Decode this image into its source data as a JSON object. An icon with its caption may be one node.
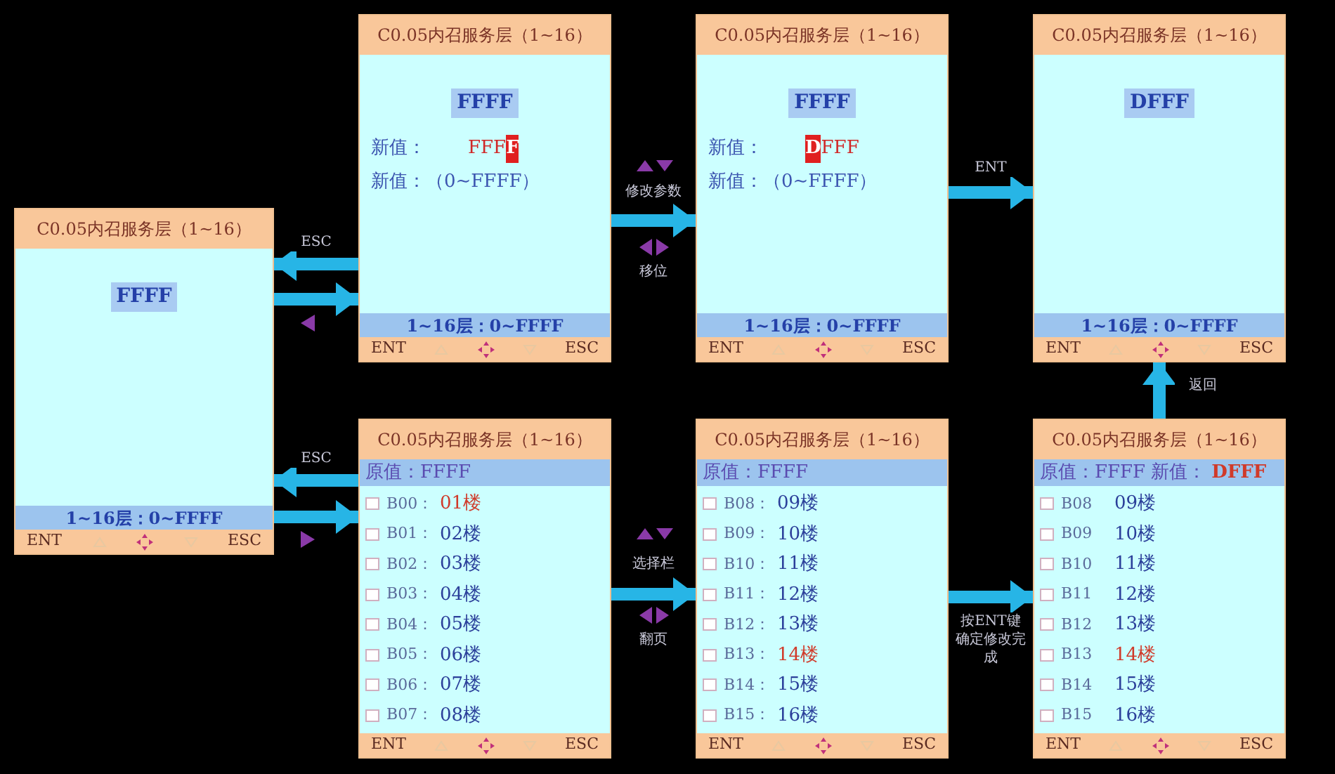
{
  "diagram": {
    "nodes": [
      {
        "text": [
          "C0.05内召服务层（1~16）",
          "FFFF",
          "1~16层：0~FFFF",
          "ENT",
          "ESC"
        ]
      },
      {
        "text": [
          "C0.05内召服务层（1~16）",
          "FFFF",
          "新值：",
          "FFF",
          "F",
          "新值：（0~FFFF）",
          "1~16层：0~FFFF",
          "ENT",
          "ESC"
        ]
      },
      {
        "text": [
          "C0.05内召服务层（1~16）",
          "FFFF",
          "新值：",
          "D",
          "FFF",
          "新值：（0~FFFF）",
          "1~16层：0~FFFF",
          "ENT",
          "ESC"
        ]
      },
      {
        "text": [
          "C0.05内召服务层（1~16）",
          "DFFF",
          "1~16层：0~FFFF",
          "ENT",
          "ESC"
        ]
      },
      {
        "text": [
          "C0.05内召服务层（1~16）",
          "原值：FFFF",
          "B00：",
          "01楼",
          "B01：",
          "02楼",
          "B02：",
          "03楼",
          "B03：",
          "04楼",
          "B04：",
          "05楼",
          "B05：",
          "06楼",
          "B06：",
          "07楼",
          "B07：",
          "08楼",
          "ENT",
          "ESC"
        ]
      },
      {
        "text": [
          "C0.05内召服务层（1~16）",
          "原值：FFFF",
          "B08：",
          "09楼",
          "B09：",
          "10楼",
          "B10：",
          "11楼",
          "B11：",
          "12楼",
          "B12：",
          "13楼",
          "B13：",
          "14楼",
          "B14：",
          "15楼",
          "B15：",
          "16楼",
          "ENT",
          "ESC"
        ]
      },
      {
        "text": [
          "C0.05内召服务层（1~16）",
          "原值：FFFF",
          "新值：",
          "DFFF",
          "B08",
          "09楼",
          "B09",
          "10楼",
          "B10",
          "11楼",
          "B11",
          "12楼",
          "B12",
          "13楼",
          "B13",
          "14楼",
          "B14",
          "15楼",
          "B15",
          "16楼",
          "ENT",
          "ESC"
        ]
      }
    ],
    "edges": [
      {
        "from": 1,
        "to": 0,
        "arrow": "to",
        "label": "ESC"
      },
      {
        "from": 0,
        "to": 1,
        "arrow": "to"
      },
      {
        "from": 4,
        "to": 0,
        "arrow": "to",
        "label": "ESC"
      },
      {
        "from": 0,
        "to": 4,
        "arrow": "to"
      },
      {
        "from": 1,
        "to": 2,
        "arrow": "to",
        "label": "修改参数"
      },
      {
        "from": 2,
        "to": 3,
        "arrow": "to",
        "label": "ENT"
      },
      {
        "from": 4,
        "to": 5,
        "arrow": "to",
        "label": "选择栏"
      },
      {
        "from": 5,
        "to": 6,
        "arrow": "to",
        "label": "按ENT键确定修改完成"
      },
      {
        "from": 6,
        "to": 3,
        "arrow": "to",
        "label": "返回"
      }
    ],
    "labels": [
      "移位",
      "翻页"
    ]
  }
}
